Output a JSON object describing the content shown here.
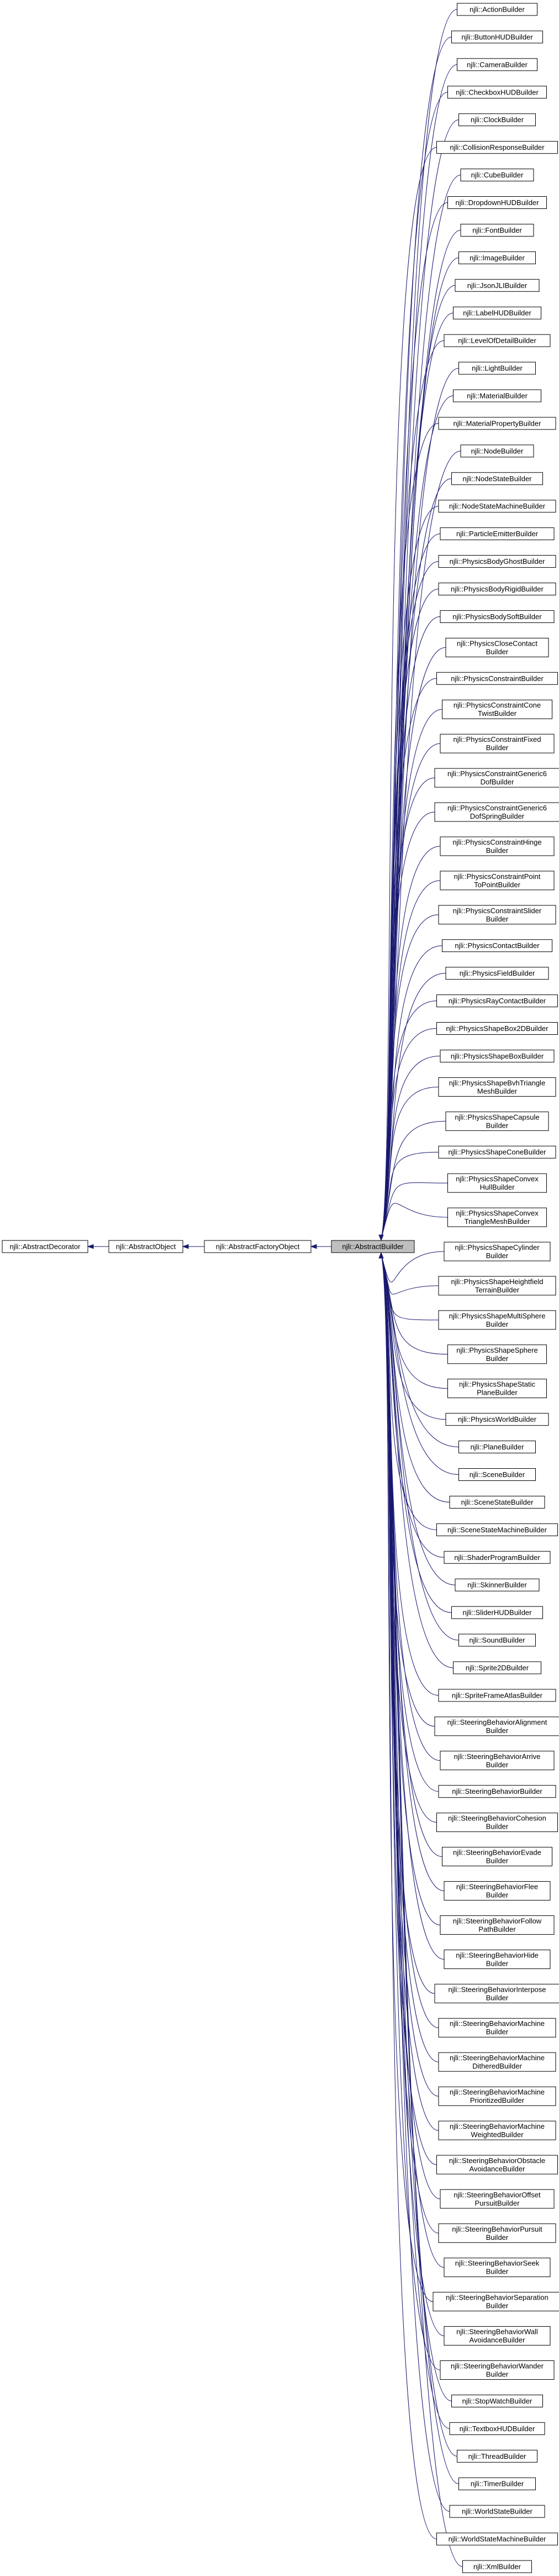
{
  "diagram": {
    "chain": [
      "njli::AbstractDecorator",
      "njli::AbstractObject",
      "njli::AbstractFactoryObject",
      "njli::AbstractBuilder"
    ],
    "current": "njli::AbstractBuilder",
    "children": [
      [
        "njli::ActionBuilder"
      ],
      [
        "njli::ButtonHUDBuilder"
      ],
      [
        "njli::CameraBuilder"
      ],
      [
        "njli::CheckboxHUDBuilder"
      ],
      [
        "njli::ClockBuilder"
      ],
      [
        "njli::CollisionResponseBuilder"
      ],
      [
        "njli::CubeBuilder"
      ],
      [
        "njli::DropdownHUDBuilder"
      ],
      [
        "njli::FontBuilder"
      ],
      [
        "njli::ImageBuilder"
      ],
      [
        "njli::JsonJLIBuilder"
      ],
      [
        "njli::LabelHUDBuilder"
      ],
      [
        "njli::LevelOfDetailBuilder"
      ],
      [
        "njli::LightBuilder"
      ],
      [
        "njli::MaterialBuilder"
      ],
      [
        "njli::MaterialPropertyBuilder"
      ],
      [
        "njli::NodeBuilder"
      ],
      [
        "njli::NodeStateBuilder"
      ],
      [
        "njli::NodeStateMachineBuilder"
      ],
      [
        "njli::ParticleEmitterBuilder"
      ],
      [
        "njli::PhysicsBodyGhostBuilder"
      ],
      [
        "njli::PhysicsBodyRigidBuilder"
      ],
      [
        "njli::PhysicsBodySoftBuilder"
      ],
      [
        "njli::PhysicsCloseContact",
        "Builder"
      ],
      [
        "njli::PhysicsConstraintBuilder"
      ],
      [
        "njli::PhysicsConstraintCone",
        "TwistBuilder"
      ],
      [
        "njli::PhysicsConstraintFixed",
        "Builder"
      ],
      [
        "njli::PhysicsConstraintGeneric6",
        "DofBuilder"
      ],
      [
        "njli::PhysicsConstraintGeneric6",
        "DofSpringBuilder"
      ],
      [
        "njli::PhysicsConstraintHinge",
        "Builder"
      ],
      [
        "njli::PhysicsConstraintPoint",
        "ToPointBuilder"
      ],
      [
        "njli::PhysicsConstraintSlider",
        "Builder"
      ],
      [
        "njli::PhysicsContactBuilder"
      ],
      [
        "njli::PhysicsFieldBuilder"
      ],
      [
        "njli::PhysicsRayContactBuilder"
      ],
      [
        "njli::PhysicsShapeBox2DBuilder"
      ],
      [
        "njli::PhysicsShapeBoxBuilder"
      ],
      [
        "njli::PhysicsShapeBvhTriangle",
        "MeshBuilder"
      ],
      [
        "njli::PhysicsShapeCapsule",
        "Builder"
      ],
      [
        "njli::PhysicsShapeConeBuilder"
      ],
      [
        "njli::PhysicsShapeConvex",
        "HullBuilder"
      ],
      [
        "njli::PhysicsShapeConvex",
        "TriangleMeshBuilder"
      ],
      [
        "njli::PhysicsShapeCylinder",
        "Builder"
      ],
      [
        "njli::PhysicsShapeHeightfield",
        "TerrainBuilder"
      ],
      [
        "njli::PhysicsShapeMultiSphere",
        "Builder"
      ],
      [
        "njli::PhysicsShapeSphere",
        "Builder"
      ],
      [
        "njli::PhysicsShapeStatic",
        "PlaneBuilder"
      ],
      [
        "njli::PhysicsWorldBuilder"
      ],
      [
        "njli::PlaneBuilder"
      ],
      [
        "njli::SceneBuilder"
      ],
      [
        "njli::SceneStateBuilder"
      ],
      [
        "njli::SceneStateMachineBuilder"
      ],
      [
        "njli::ShaderProgramBuilder"
      ],
      [
        "njli::SkinnerBuilder"
      ],
      [
        "njli::SliderHUDBuilder"
      ],
      [
        "njli::SoundBuilder"
      ],
      [
        "njli::Sprite2DBuilder"
      ],
      [
        "njli::SpriteFrameAtlasBuilder"
      ],
      [
        "njli::SteeringBehaviorAlignment",
        "Builder"
      ],
      [
        "njli::SteeringBehaviorArrive",
        "Builder"
      ],
      [
        "njli::SteeringBehaviorBuilder"
      ],
      [
        "njli::SteeringBehaviorCohesion",
        "Builder"
      ],
      [
        "njli::SteeringBehaviorEvade",
        "Builder"
      ],
      [
        "njli::SteeringBehaviorFlee",
        "Builder"
      ],
      [
        "njli::SteeringBehaviorFollow",
        "PathBuilder"
      ],
      [
        "njli::SteeringBehaviorHide",
        "Builder"
      ],
      [
        "njli::SteeringBehaviorInterpose",
        "Builder"
      ],
      [
        "njli::SteeringBehaviorMachine",
        "Builder"
      ],
      [
        "njli::SteeringBehaviorMachine",
        "DitheredBuilder"
      ],
      [
        "njli::SteeringBehaviorMachine",
        "PrioritizedBuilder"
      ],
      [
        "njli::SteeringBehaviorMachine",
        "WeightedBuilder"
      ],
      [
        "njli::SteeringBehaviorObstacle",
        "AvoidanceBuilder"
      ],
      [
        "njli::SteeringBehaviorOffset",
        "PursuitBuilder"
      ],
      [
        "njli::SteeringBehaviorPursuit",
        "Builder"
      ],
      [
        "njli::SteeringBehaviorSeek",
        "Builder"
      ],
      [
        "njli::SteeringBehaviorSeparation",
        "Builder"
      ],
      [
        "njli::SteeringBehaviorWall",
        "AvoidanceBuilder"
      ],
      [
        "njli::SteeringBehaviorWander",
        "Builder"
      ],
      [
        "njli::StopWatchBuilder"
      ],
      [
        "njli::TextboxHUDBuilder"
      ],
      [
        "njli::ThreadBuilder"
      ],
      [
        "njli::TimerBuilder"
      ],
      [
        "njli::WorldStateBuilder"
      ],
      [
        "njli::WorldStateMachineBuilder"
      ],
      [
        "njli::XmlBuilder"
      ]
    ]
  }
}
